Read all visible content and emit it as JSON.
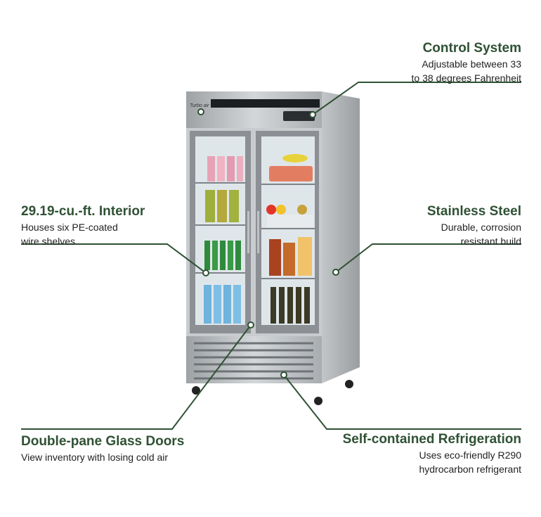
{
  "brand_logo": "Turbo air",
  "callouts": {
    "control_system": {
      "title": "Control System",
      "line1": "Adjustable between 33",
      "line2": "to 38 degrees Fahrenheit"
    },
    "interior": {
      "title": "29.19-cu.-ft. Interior",
      "line1": "Houses six PE-coated",
      "line2": "wire shelves"
    },
    "stainless": {
      "title": "Stainless Steel",
      "line1": "Durable, corrosion",
      "line2": "resistant build"
    },
    "glass_doors": {
      "title": "Double-pane Glass Doors",
      "line1": "View inventory with losing cold air"
    },
    "refrigeration": {
      "title": "Self-contained Refrigeration",
      "line1": "Uses eco-friendly R290",
      "line2": "hydrocarbon refrigerant"
    }
  },
  "colors": {
    "accent": "#2f5134",
    "steel": "#b9bcbe",
    "glass": "#dfe6ea"
  }
}
